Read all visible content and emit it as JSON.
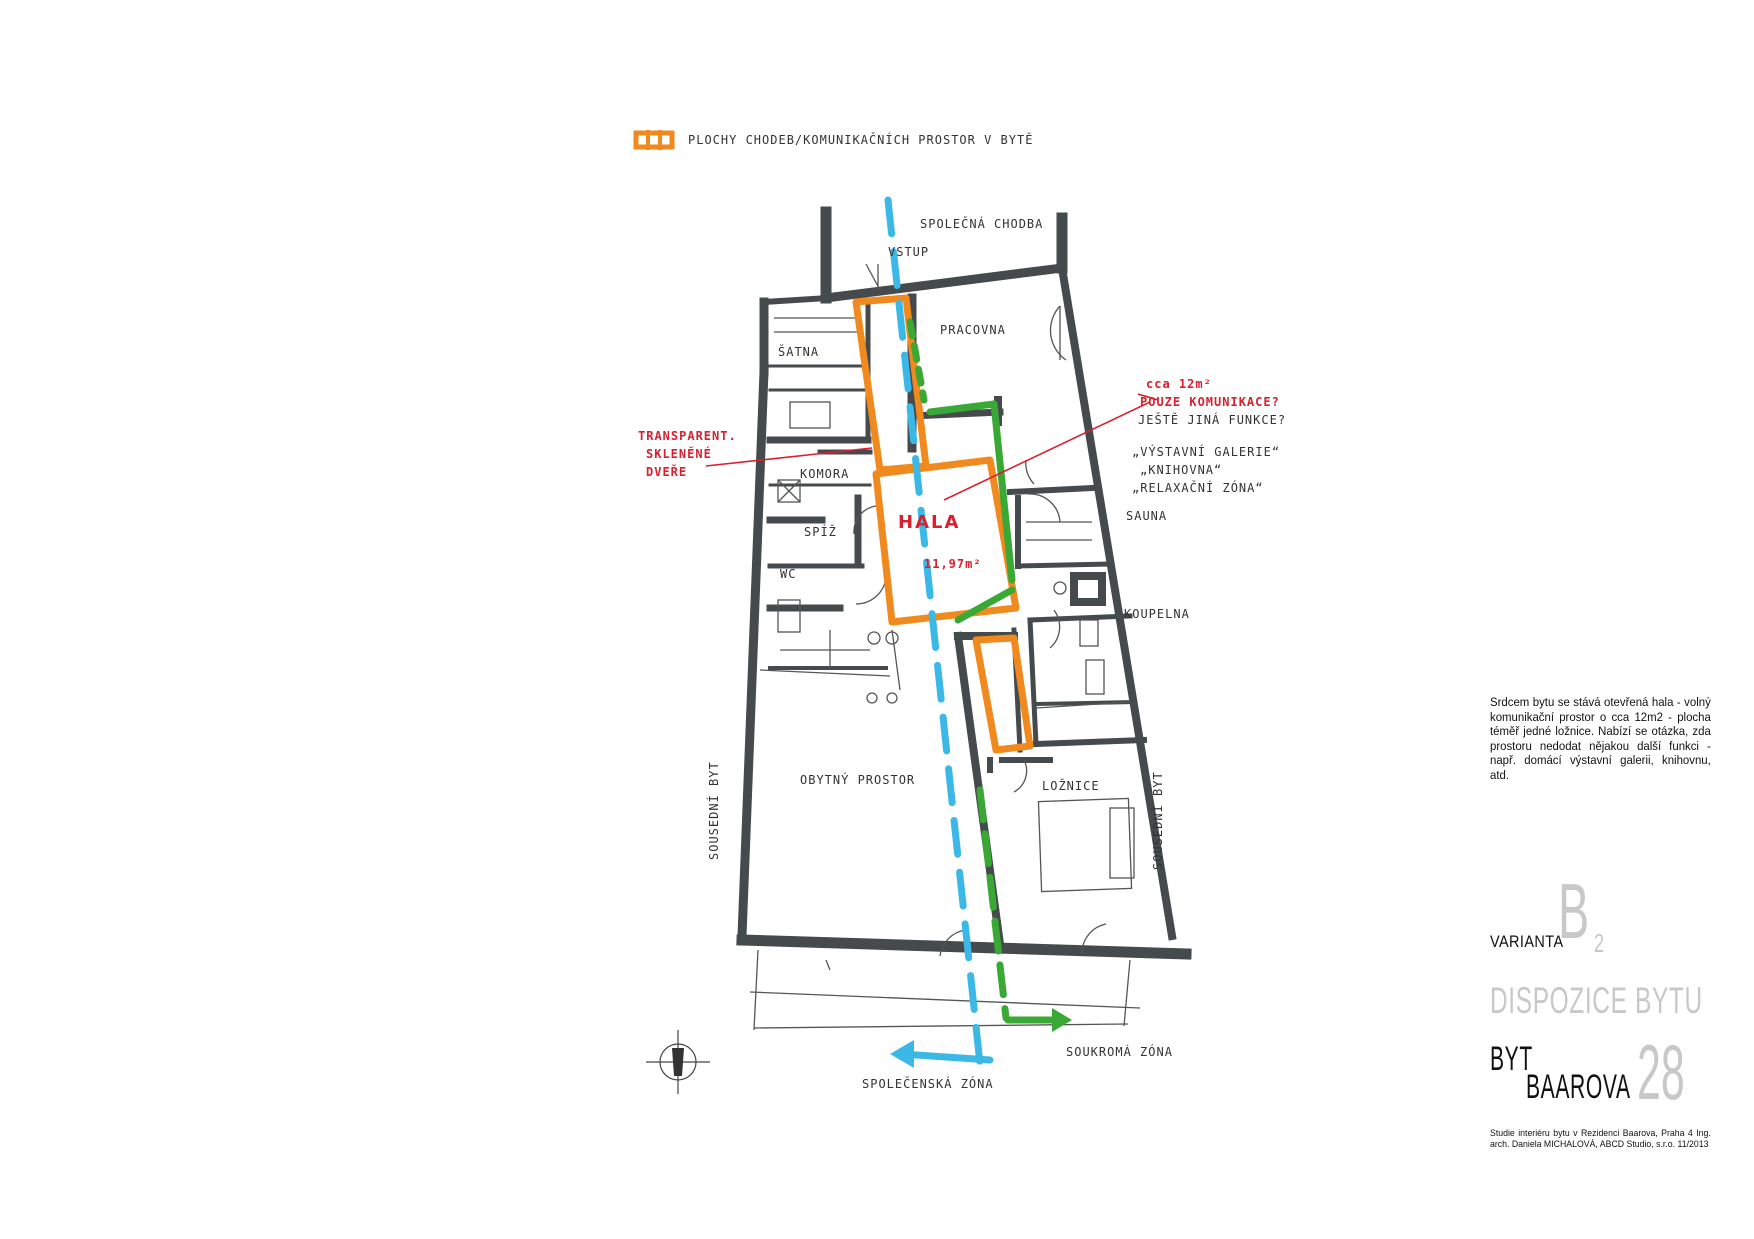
{
  "legend": {
    "label": "PLOCHY CHODEB/KOMUNIKAČNÍCH PROSTOR V BYTĚ",
    "color": "#f08a1e"
  },
  "plan_labels": {
    "spolecna_chodba": "SPOLEČNÁ CHODBA",
    "vstup": "VSTUP",
    "satna": "ŠATNA",
    "pracovna": "PRACOVNA",
    "komora": "KOMORA",
    "spiz": "SPÍŽ",
    "wc": "WC",
    "hala": "HALA",
    "hala_area": "11,97m²",
    "sauna": "SAUNA",
    "koupelna": "KOUPELNA",
    "obytny_prostor": "OBYTNÝ PROSTOR",
    "loznice": "LOŽNICE",
    "sousedni_byt_left": "SOUSEDNÍ BYT",
    "sousedni_byt_right": "SOUSEDNÍ BYT",
    "spolecenska_zona": "SPOLEČENSKÁ ZÓNA",
    "soukroma_zona": "SOUKROMÁ ZÓNA"
  },
  "annotations": {
    "transparent": [
      "TRANSPARENT.",
      "SKLENĚNÉ",
      "DVEŘE"
    ],
    "area_note": [
      "cca 12m²",
      "POUZE KOMUNIKACE?",
      "JEŠTĚ JINÁ FUNKCE?"
    ],
    "ideas": [
      "„VÝSTAVNÍ GALERIE“",
      "„KNIHOVNA“",
      "„RELAXAČNÍ ZÓNA“"
    ]
  },
  "colors": {
    "accent_red": "#d8202f",
    "orange": "#f08a1e",
    "blue": "#3cb8e6",
    "green": "#3aa835",
    "wall": "#454a4d",
    "grey_title": "#c8c8c8"
  },
  "panel": {
    "description": "Srdcem bytu se stává otevřená hala - volný komunikační prostor o cca 12m2 - plocha téměř jedné ložnice. Nabízí se otázka, zda prostoru nedodat nějakou další funkci - např. domácí výstavní galerii, knihovnu, atd.",
    "variant_label": "VARIANTA",
    "variant_letter": "B",
    "variant_sub": "2",
    "subtitle": "DISPOZICE BYTU",
    "brand_line1": "BYT",
    "brand_line2": "BAAROVA",
    "brand_number": "28",
    "credit": "Studie interiéru bytu v Rezidenci Baarova, Praha 4 Ing. arch. Daniela MICHALOVÁ, ABCD Studio, s.r.o. 11/2013"
  }
}
